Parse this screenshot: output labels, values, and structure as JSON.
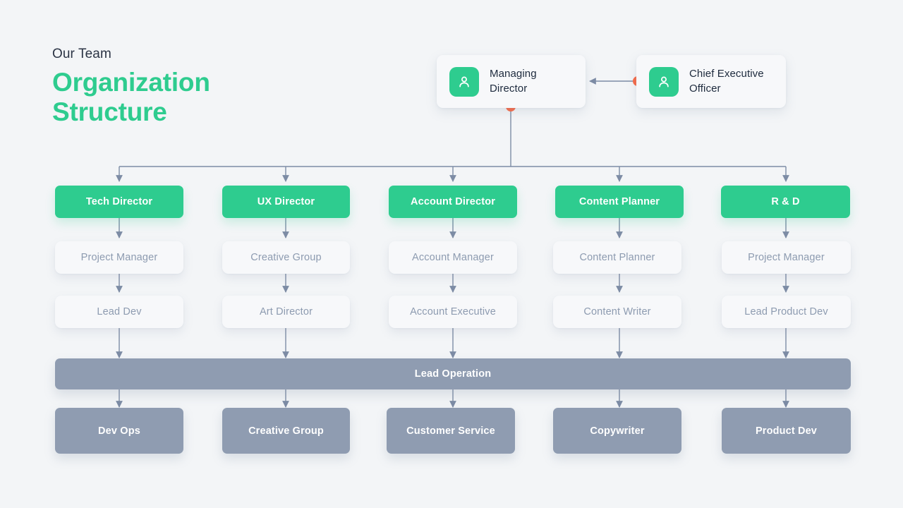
{
  "header": {
    "eyebrow": "Our Team",
    "title_line1": "Organization",
    "title_line2": "Structure"
  },
  "colors": {
    "background": "#f3f5f7",
    "accent_green": "#2ecc8f",
    "slate": "#8f9cb1",
    "connector": "#7d8ca5",
    "dot_orange": "#f96a47",
    "muted_text": "#8d9bb0",
    "dark_text": "#1d2a3d"
  },
  "executives": [
    {
      "id": "managing-director",
      "label": "Managing Director",
      "icon": "user-icon"
    },
    {
      "id": "chief-executive-officer",
      "label": "Chief Executive Officer",
      "icon": "user-icon"
    }
  ],
  "columns": [
    {
      "director": "Tech Director",
      "level2": "Project Manager",
      "level3": "Lead Dev",
      "level5": "Dev Ops"
    },
    {
      "director": "UX Director",
      "level2": "Creative Group",
      "level3": "Art Director",
      "level5": "Creative Group"
    },
    {
      "director": "Account Director",
      "level2": "Account Manager",
      "level3": "Account Executive",
      "level5": "Customer Service"
    },
    {
      "director": "Content Planner",
      "level2": "Content Planner",
      "level3": "Content Writer",
      "level5": "Copywriter"
    },
    {
      "director": "R & D",
      "level2": "Project Manager",
      "level3": "Lead Product Dev",
      "level5": "Product Dev"
    }
  ],
  "shared_bar": {
    "label": "Lead Operation"
  }
}
